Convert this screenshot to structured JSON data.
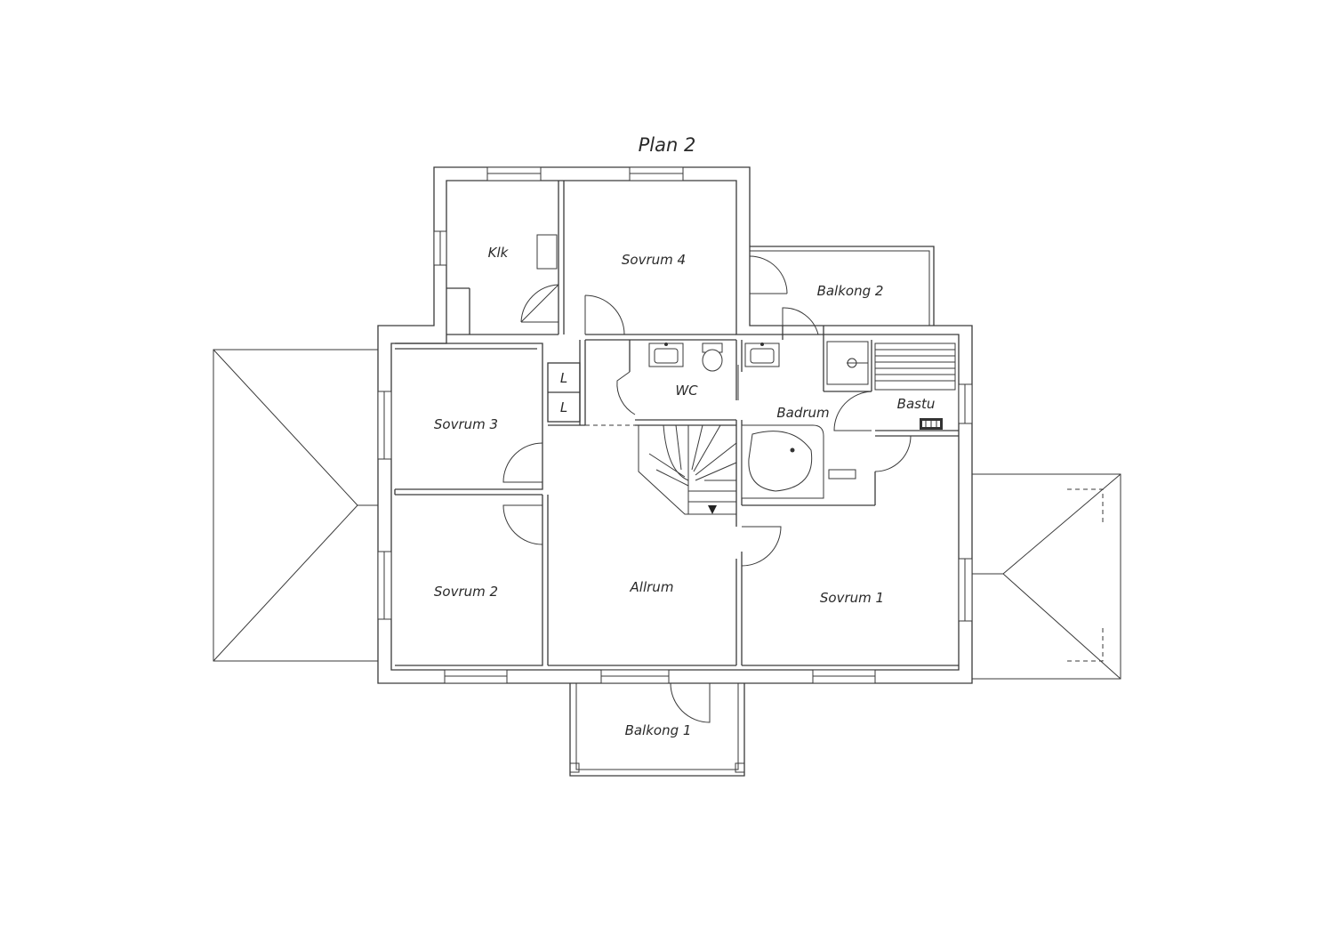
{
  "plan": {
    "title": "Plan 2",
    "rooms": {
      "klk": "Klk",
      "sovrum4": "Sovrum 4",
      "balkong2": "Balkong 2",
      "sovrum3": "Sovrum 3",
      "sovrum2": "Sovrum 2",
      "sovrum1": "Sovrum 1",
      "allrum": "Allrum",
      "wc": "WC",
      "badrum": "Badrum",
      "bastu": "Bastu",
      "balkong1": "Balkong 1",
      "linen1": "L",
      "linen2": "L"
    }
  }
}
